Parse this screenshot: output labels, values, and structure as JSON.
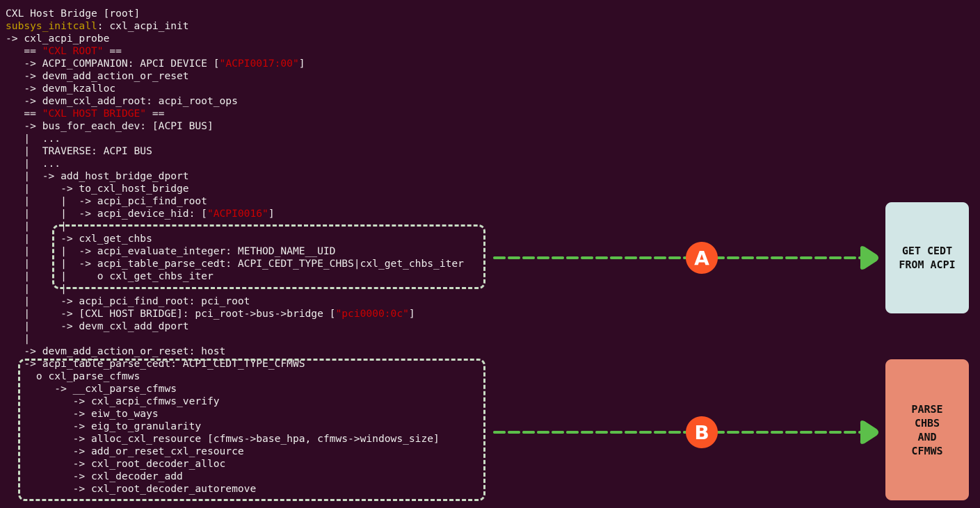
{
  "colors": {
    "background": "#300a24",
    "text": "#eeeeec",
    "keyword": "#c4a000",
    "string": "#cc0000",
    "arrow": "#5cbf4a",
    "badge": "#fb5424",
    "box_a": "#d2e6e6",
    "box_b": "#e88a72"
  },
  "lines": [
    [
      {
        "t": "CXL Host Bridge [root]"
      }
    ],
    [
      {
        "t": "subsys_initcall",
        "c": "y"
      },
      {
        "t": ": cxl_acpi_init"
      }
    ],
    [
      {
        "t": "-> cxl_acpi_probe"
      }
    ],
    [
      {
        "t": "   == "
      },
      {
        "t": "\"CXL ROOT\"",
        "c": "r"
      },
      {
        "t": " =="
      }
    ],
    [
      {
        "t": "   -> ACPI_COMPANION: APCI DEVICE ["
      },
      {
        "t": "\"ACPI0017:00\"",
        "c": "r"
      },
      {
        "t": "]"
      }
    ],
    [
      {
        "t": "   -> devm_add_action_or_reset"
      }
    ],
    [
      {
        "t": "   -> devm_kzalloc"
      }
    ],
    [
      {
        "t": "   -> devm_cxl_add_root: acpi_root_ops"
      }
    ],
    [
      {
        "t": "   == "
      },
      {
        "t": "\"CXL HOST BRIDGE\"",
        "c": "r"
      },
      {
        "t": " =="
      }
    ],
    [
      {
        "t": "   -> bus_for_each_dev: [ACPI BUS]"
      }
    ],
    [
      {
        "t": "   |  ..."
      }
    ],
    [
      {
        "t": "   |  TRAVERSE: ACPI BUS"
      }
    ],
    [
      {
        "t": "   |  ..."
      }
    ],
    [
      {
        "t": "   |  -> add_host_bridge_dport"
      }
    ],
    [
      {
        "t": "   |     -> to_cxl_host_bridge"
      }
    ],
    [
      {
        "t": "   |     |  -> acpi_pci_find_root"
      }
    ],
    [
      {
        "t": "   |     |  -> acpi_device_hid: ["
      },
      {
        "t": "\"ACPI0016\"",
        "c": "r"
      },
      {
        "t": "]"
      }
    ],
    [
      {
        "t": "   |     |"
      }
    ],
    [
      {
        "t": "   |     -> cxl_get_chbs"
      }
    ],
    [
      {
        "t": "   |     |  -> acpi_evaluate_integer: METHOD_NAME__UID"
      }
    ],
    [
      {
        "t": "   |     |  -> acpi_table_parse_cedt: ACPI_CEDT_TYPE_CHBS|cxl_get_chbs_iter"
      }
    ],
    [
      {
        "t": "   |     |     o cxl_get_chbs_iter"
      }
    ],
    [
      {
        "t": "   |     |"
      }
    ],
    [
      {
        "t": "   |     -> acpi_pci_find_root: pci_root"
      }
    ],
    [
      {
        "t": "   |     -> [CXL HOST BRIDGE]: pci_root->bus->bridge ["
      },
      {
        "t": "\"pci0000:0c\"",
        "c": "r"
      },
      {
        "t": "]"
      }
    ],
    [
      {
        "t": "   |     -> devm_cxl_add_dport"
      }
    ],
    [
      {
        "t": "   |"
      }
    ],
    [
      {
        "t": "   -> devm_add_action_or_reset: host"
      }
    ],
    [
      {
        "t": "   -> acpi_table_parse_cedt: ACPI_CEDT_TYPE_CFMWS"
      }
    ],
    [
      {
        "t": "     o cxl_parse_cfmws"
      }
    ],
    [
      {
        "t": "        -> __cxl_parse_cfmws"
      }
    ],
    [
      {
        "t": "           -> cxl_acpi_cfmws_verify"
      }
    ],
    [
      {
        "t": "           -> eiw_to_ways"
      }
    ],
    [
      {
        "t": "           -> eig_to_granularity"
      }
    ],
    [
      {
        "t": "           -> alloc_cxl_resource [cfmws->base_hpa, cfmws->windows_size]"
      }
    ],
    [
      {
        "t": "           -> add_or_reset_cxl_resource"
      }
    ],
    [
      {
        "t": "           -> cxl_root_decoder_alloc"
      }
    ],
    [
      {
        "t": "           -> cxl_decoder_add"
      }
    ],
    [
      {
        "t": "           -> cxl_root_decoder_autoremove"
      }
    ]
  ],
  "annotations": {
    "a": {
      "badge": "A",
      "box_lines": [
        "GET CEDT",
        "FROM ACPI"
      ]
    },
    "b": {
      "badge": "B",
      "box_lines": [
        "PARSE",
        "CHBS",
        "AND",
        "CFMWS"
      ]
    }
  }
}
